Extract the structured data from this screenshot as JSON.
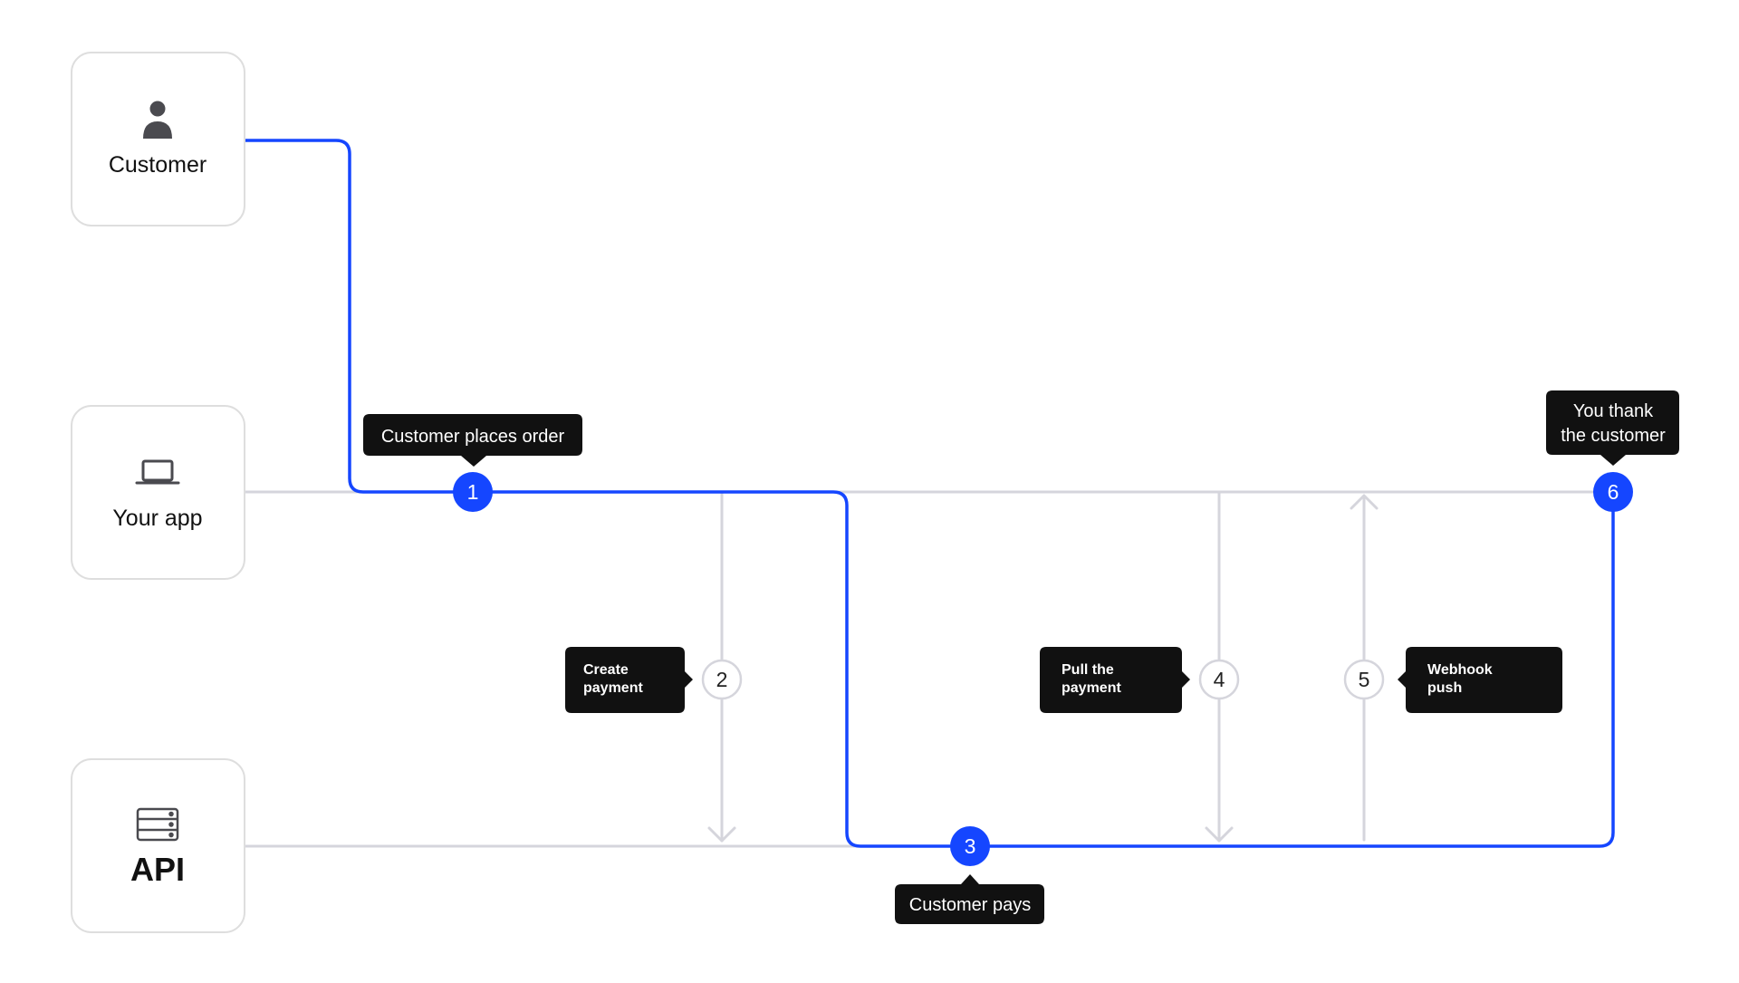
{
  "actors": {
    "customer": {
      "label": "Customer",
      "icon": "person-icon"
    },
    "app": {
      "label": "Your app",
      "icon": "laptop-icon"
    },
    "api": {
      "label": "API",
      "icon": "server-icon"
    }
  },
  "steps": [
    {
      "number": "1",
      "label_lines": [
        "Customer places order"
      ],
      "highlighted": true
    },
    {
      "number": "2",
      "label_lines": [
        "Create",
        "payment"
      ],
      "highlighted": false
    },
    {
      "number": "3",
      "label_lines": [
        "Customer pays"
      ],
      "highlighted": true
    },
    {
      "number": "4",
      "label_lines": [
        "Pull the",
        "payment"
      ],
      "highlighted": false
    },
    {
      "number": "5",
      "label_lines": [
        "Webhook",
        "push"
      ],
      "highlighted": false
    },
    {
      "number": "6",
      "label_lines": [
        "You thank",
        "the customer"
      ],
      "highlighted": true
    }
  ],
  "colors": {
    "accent": "#1546ff",
    "lane_line": "#d5d5dc",
    "label_bg": "#111111",
    "label_text": "#ffffff",
    "box_border": "#dedede",
    "icon": "#4a4a4f"
  }
}
